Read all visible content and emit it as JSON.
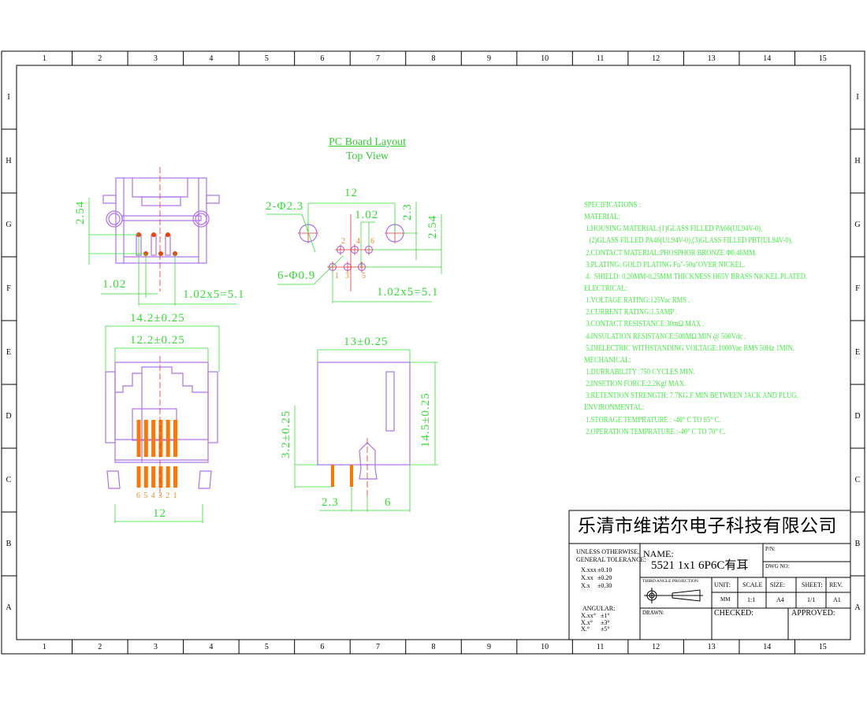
{
  "frame": {
    "columns": [
      "1",
      "2",
      "3",
      "4",
      "5",
      "6",
      "7",
      "8",
      "9",
      "10",
      "11",
      "12",
      "13",
      "14",
      "15"
    ],
    "rows": [
      "I",
      "H",
      "G",
      "F",
      "E",
      "D",
      "C",
      "B",
      "A"
    ]
  },
  "colors": {
    "outline": "#b070ee",
    "dimension": "#33dd33",
    "pin": "#ff7700",
    "centerline": "#ee3333"
  },
  "pcb_layout": {
    "title": "PC Board Layout",
    "subtitle": "Top View"
  },
  "top_view": {
    "dim_pitch_v": "2.54",
    "dim_pitch_h": "1.02",
    "dim_total": "1.02x5=5.1"
  },
  "pcb": {
    "dim_width": "12",
    "dim_hole_dia": "2-Φ2.3",
    "dim_pitch_h": "1.02",
    "dim_offset": "2.3",
    "dim_pitch_v": "2.54",
    "dim_pin_dia": "6-Φ0.9",
    "dim_total": "1.02x5=5.1",
    "pin_labels_top": [
      "2",
      "4",
      "6"
    ],
    "pin_labels_bottom": [
      "1",
      "3",
      "5"
    ]
  },
  "front_view": {
    "dim_outer": "14.2±0.25",
    "dim_inner": "12.2±0.25",
    "dim_bottom": "12",
    "pin_labels": [
      "6",
      "5",
      "4",
      "3",
      "2",
      "1"
    ]
  },
  "side_view": {
    "dim_width": "13±0.25",
    "dim_height": "14.5±0.25",
    "dim_pin_len": "3.2±0.25",
    "dim_pin": "2.3",
    "dim_peg": "6"
  },
  "specifications": [
    "SPECIFICATIONS :",
    "MATERIAL:",
    " 1.HOUSING MATERIAL:(1)GLASS FILLED PA66(UL94V-0),",
    "   (2)GLASS FILLED PA46(UL94V-0),(3)GLASS FILLED PBT(UL94V-0).",
    " 2.CONTACT MATERIAL:PHOSPHOR BRONZE Φ0.46MM.",
    " 3.PLATING: GOLD PLATING Fu\"-50u\"OVER NICKEL.",
    " 4.  SHIELD: 0.20MM-0.25MM THICKNESS H65Y BRASS NICKEL PLATED.",
    "ELECTRICAL:",
    " 1.VOLTAGE RATING:125Vac RMS .",
    " 2.CURRENT RATING:1.5AMP .",
    " 3.CONTACT RESISTANCE:30mΩ MAX .",
    " 4.INSULATION RESISTANCE:500MΩ MIN @ 500Vdc .",
    " 5.DIELECTRIC WITHSTANDING VOLTAGE:1000Vac RMS 50Hz 1MIN.",
    "MECHANICAL:",
    " 1.DURRABILITY :750 CYCLES MIN.",
    " 2.INSETION FORCE:2.2Kgf MAX.",
    " 3.RETENTION STRENGTH: 7.7KG.F MIN BETWEEN JACK AND PLUG.",
    "ENVIRONMENTAL:",
    " 1.STORAGE TEMPRATURE : -40° C TO 85° C.",
    " 2.OPERATION TEMPRATURE :-40° C TO 70° C."
  ],
  "title_block": {
    "company": "乐清市维诺尔电子科技有限公司",
    "tolerance_heading": [
      "UNLESS OTHERWISE,",
      "GENERAL TOLERANCE:"
    ],
    "tolerances": [
      [
        "X.xxx",
        "±0.10"
      ],
      [
        "X.xx",
        "±0.20"
      ],
      [
        "X.x",
        "±0.30"
      ]
    ],
    "angular_heading": "ANGULAR:",
    "angular": [
      [
        "X.xx°",
        "±1°"
      ],
      [
        "X.x°",
        "±3°"
      ],
      [
        "X.°",
        "±5°"
      ]
    ],
    "name_label": "NAME:",
    "name_value": "5521 1x1 6P6C有耳",
    "pn_label": "P/N:",
    "dwg_label": "DWG NO:",
    "projection_label": "THIRD ANGLE PROJECTION",
    "unit_label": "UNIT:",
    "unit_value": "MM",
    "scale_label": "SCALE",
    "scale_value": "1:1",
    "size_label": "SIZE:",
    "size_value": "A4",
    "sheet_label": "SHEET:",
    "sheet_value": "1/1",
    "rev_label": "REV.",
    "rev_value": "A1",
    "drawn_label": "DRAWN:",
    "checked_label": "CHECKED:",
    "approved_label": "APPROVED:"
  }
}
